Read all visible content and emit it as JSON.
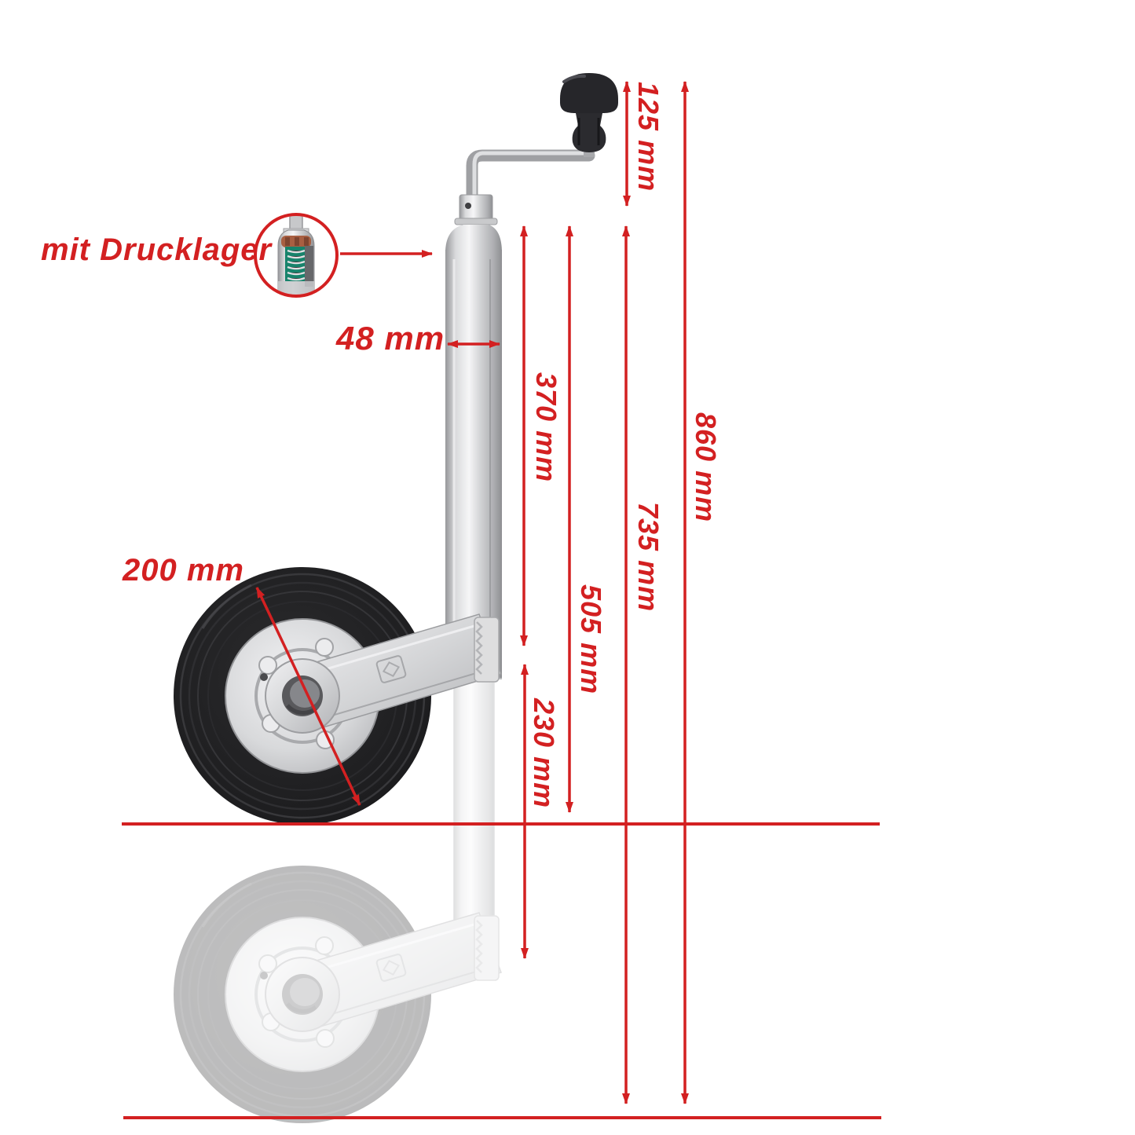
{
  "image": {
    "kind": "product-dimension-diagram",
    "subject": "trailer jockey wheel with crank handle, shown retracted (solid) and extended (faded)",
    "background": "#ffffff"
  },
  "colors": {
    "dimension_red": "#d32021",
    "tire_black": "#1d1d1f",
    "metal_silver": "#c9cacc",
    "bearing_green": "#17836b",
    "bearing_copper": "#a85f42"
  },
  "callout": {
    "label": "mit Drucklager"
  },
  "labels": {
    "crank_height": "125 mm",
    "tube_diameter": "48 mm",
    "upper_tube_length": "370 mm",
    "tube_to_ground": "505 mm",
    "extension_length": "230 mm",
    "extended_height": "735 mm",
    "total_height": "860 mm",
    "wheel_diameter": "200 mm"
  }
}
